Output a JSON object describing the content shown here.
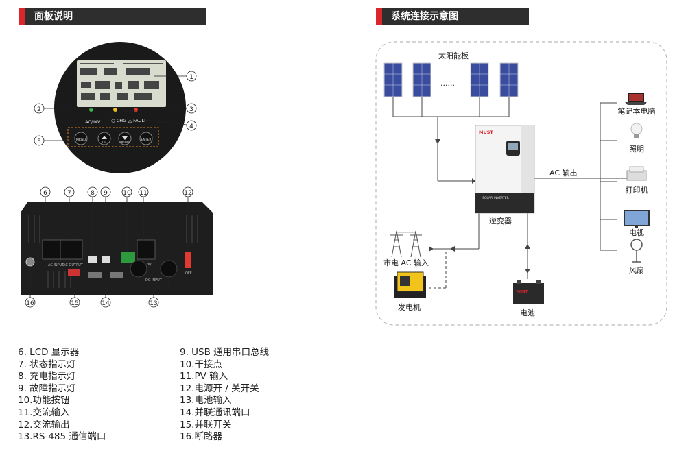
{
  "headers": {
    "left": "面板说明",
    "right": "系统连接示意图"
  },
  "front_panel": {
    "status_labels": {
      "ac_inv": "AC/INV",
      "chg": "CHG",
      "fault": "FAULT"
    },
    "buttons": [
      "MENU",
      "UP",
      "DOWN",
      "ENTER"
    ],
    "callouts": [
      "1",
      "2",
      "3",
      "4",
      "5"
    ]
  },
  "back_panel": {
    "callouts": [
      "6",
      "7",
      "8",
      "9",
      "10",
      "11",
      "12",
      "13",
      "14",
      "15",
      "16"
    ],
    "labels": {
      "ac_input": "AC INPUT",
      "ac_output": "AC OUTPUT",
      "pv": "PV",
      "dc_input": "DC INPUT",
      "off": "OFF"
    }
  },
  "system": {
    "solar": "太阳能板",
    "dots": "......",
    "inverter": "逆变器",
    "inverter_brand": "MUST",
    "inverter_model": "SOLAR INVERTER",
    "ac_out": "AC 输出",
    "grid": "市电 AC 输入",
    "generator": "发电机",
    "battery": "电池",
    "battery_brand": "MUST",
    "loads": [
      "笔记本电脑",
      "照明",
      "打印机",
      "电视",
      "风扇"
    ]
  },
  "legend_left": [
    "6.  LCD 显示器",
    "7.  状态指示灯",
    "8.  充电指示灯",
    "9.  故障指示灯",
    "10.功能按钮",
    "11.交流输入",
    "12.交流输出",
    "13.RS-485 通信端口"
  ],
  "legend_right": [
    "9.  USB 通用串口总线",
    "10.干接点",
    "11.PV 输入",
    "12.电源开 / 关开关",
    "13.电池输入",
    "14.并联通讯端口",
    "15.并联开关",
    "16.断路器"
  ],
  "colors": {
    "accent": "#d8262c",
    "header_bg": "#2e2e2e",
    "device_dark": "#1a1a1a",
    "led_green": "#3fb54a",
    "led_yellow": "#f2c31b",
    "led_red": "#e03a2f"
  }
}
